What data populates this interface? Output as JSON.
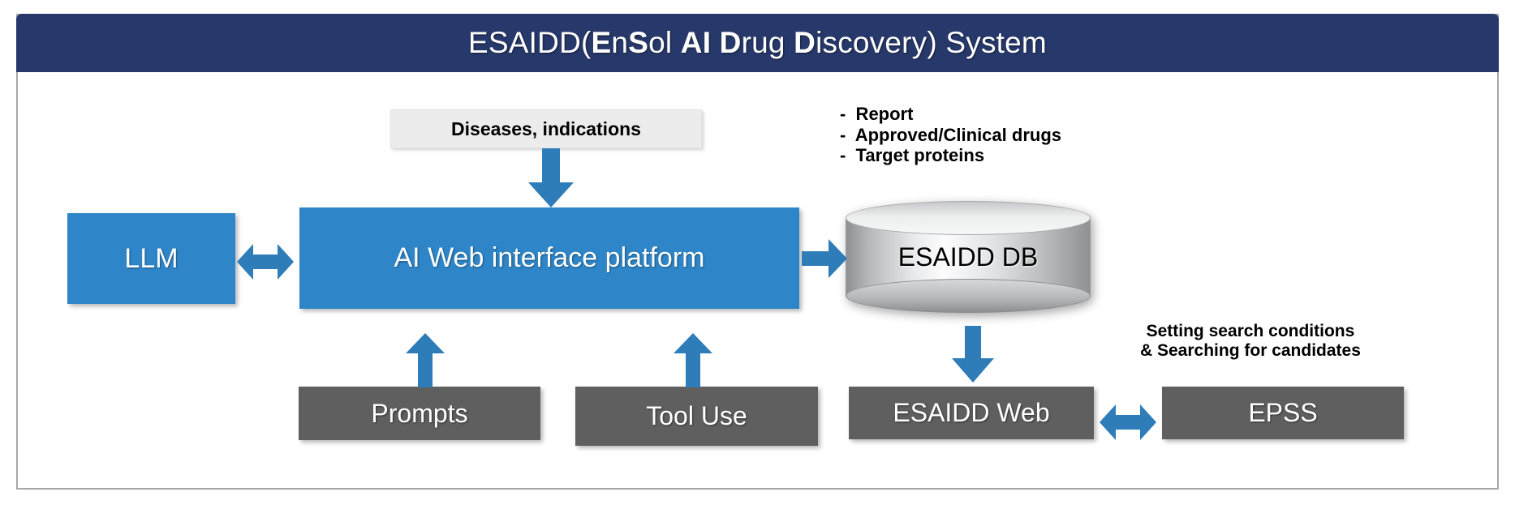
{
  "header": {
    "title_plain": "ESAIDD(EnSol AI Drug Discovery) System",
    "title_parts": [
      {
        "text": "ESAIDD(",
        "bold": false
      },
      {
        "text": "E",
        "bold": true
      },
      {
        "text": "n",
        "bold": false
      },
      {
        "text": "S",
        "bold": true
      },
      {
        "text": "ol ",
        "bold": false
      },
      {
        "text": "AI ",
        "bold": true
      },
      {
        "text": "D",
        "bold": true
      },
      {
        "text": "rug ",
        "bold": false
      },
      {
        "text": "D",
        "bold": true
      },
      {
        "text": "iscovery) System",
        "bold": false
      }
    ],
    "bg_color": "#27386b",
    "text_color": "#ffffff"
  },
  "diagram": {
    "nodes": {
      "diseases": {
        "label": "Diseases, indications",
        "color": "#ececec",
        "text_color": "#000000"
      },
      "llm": {
        "label": "LLM",
        "color": "#2e86c8",
        "text_color": "#ffffff"
      },
      "platform": {
        "label": "AI Web interface platform",
        "color": "#2e86c8",
        "text_color": "#ffffff"
      },
      "database": {
        "label": "ESAIDD DB",
        "color": "#d9dadc",
        "text_color": "#000000"
      },
      "prompts": {
        "label": "Prompts",
        "color": "#5f5f5f",
        "text_color": "#ffffff"
      },
      "tool_use": {
        "label": "Tool Use",
        "color": "#5f5f5f",
        "text_color": "#ffffff"
      },
      "esaidd_web": {
        "label": "ESAIDD Web",
        "color": "#5f5f5f",
        "text_color": "#ffffff"
      },
      "epss": {
        "label": "EPSS",
        "color": "#5f5f5f",
        "text_color": "#ffffff"
      }
    },
    "annotations": {
      "db_outputs": "-  Report\n-  Approved/Clinical drugs\n-  Target proteins",
      "search_note": "Setting search conditions\n& Searching for candidates"
    },
    "arrow_color": "#2e7cb8",
    "connectors": [
      {
        "from": "llm",
        "to": "platform",
        "kind": "double-horizontal"
      },
      {
        "from": "diseases",
        "to": "platform",
        "kind": "down"
      },
      {
        "from": "platform",
        "to": "database",
        "kind": "right"
      },
      {
        "from": "prompts",
        "to": "platform",
        "kind": "up"
      },
      {
        "from": "tool_use",
        "to": "platform",
        "kind": "up"
      },
      {
        "from": "database",
        "to": "esaidd_web",
        "kind": "down"
      },
      {
        "from": "esaidd_web",
        "to": "epss",
        "kind": "double-horizontal"
      }
    ]
  }
}
